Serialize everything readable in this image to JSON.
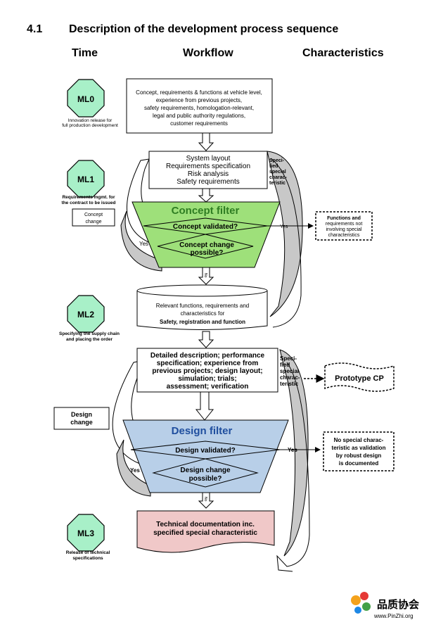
{
  "header": {
    "section_number": "4.1",
    "section_title": "Description of the development process sequence",
    "col_time": "Time",
    "col_workflow": "Workflow",
    "col_characteristics": "Characteristics"
  },
  "milestones": {
    "ml0": {
      "label": "ML0",
      "caption": [
        "Innovation release for",
        "full production   development"
      ]
    },
    "ml1": {
      "label": "ML1",
      "caption": [
        "Requirements mgmt. for",
        "the contract to be issued"
      ]
    },
    "ml2": {
      "label": "ML2",
      "caption": [
        "Specifying the supply chain",
        "and placing the order"
      ]
    },
    "ml3": {
      "label": "ML3",
      "caption": [
        "Release of technical",
        "specifications"
      ]
    }
  },
  "boxes": {
    "concept_box": [
      "Concept, requirements & functions at vehicle level,",
      "experience from previous projects,",
      "safety requirements, homologation-relevant,",
      "legal and public authority regulations,",
      "customer requirements"
    ],
    "system_box": [
      "System layout",
      "Requirements specification",
      "Risk analysis",
      "Safety requirements"
    ],
    "relevant_box": [
      "Relevant functions, requirements and",
      "characteristics for"
    ],
    "relevant_bold": "Safety, registration and function",
    "detailed_box": [
      "Detailed description; performance",
      "specification; experience from",
      "previous projects; design layout;",
      "simulation; trials;",
      "assessment; verification"
    ],
    "tech_doc": [
      "Technical documentation inc.",
      "specified special characteristic"
    ]
  },
  "filters": {
    "concept": {
      "title": "Concept filter",
      "validated": "Concept validated?",
      "change": [
        "Concept change",
        "possible?"
      ]
    },
    "design": {
      "title": "Design filter",
      "validated": "Design validated?",
      "change": [
        "Design change",
        "possible?"
      ]
    }
  },
  "labels": {
    "yes": "Yes",
    "no": "No",
    "concept_change": [
      "Concept",
      "change"
    ],
    "design_change": [
      "Design",
      "change"
    ],
    "spec_char_1": [
      "Speci-",
      "fied",
      "special",
      "charac-",
      "teristic"
    ],
    "spec_char_2": [
      "Speci-",
      "fied",
      "special",
      "charac-",
      "teristic"
    ]
  },
  "characteristics": {
    "not_involving": [
      "Functions and",
      "requirements not",
      "involving special",
      "characteristics"
    ],
    "prototype": "Prototype CP",
    "no_special": [
      "No special charac-",
      "teristic as validation",
      "by robust design",
      "is documented"
    ]
  },
  "logo": {
    "name": "品质协会",
    "url": "www.PinZhi.org"
  },
  "colors": {
    "milestone": "#a8f0c8",
    "concept_filter": "#9ee07a",
    "design_filter": "#b8cfe8",
    "tech_doc": "#f0c8c8",
    "grey": "#c8c8c8"
  }
}
